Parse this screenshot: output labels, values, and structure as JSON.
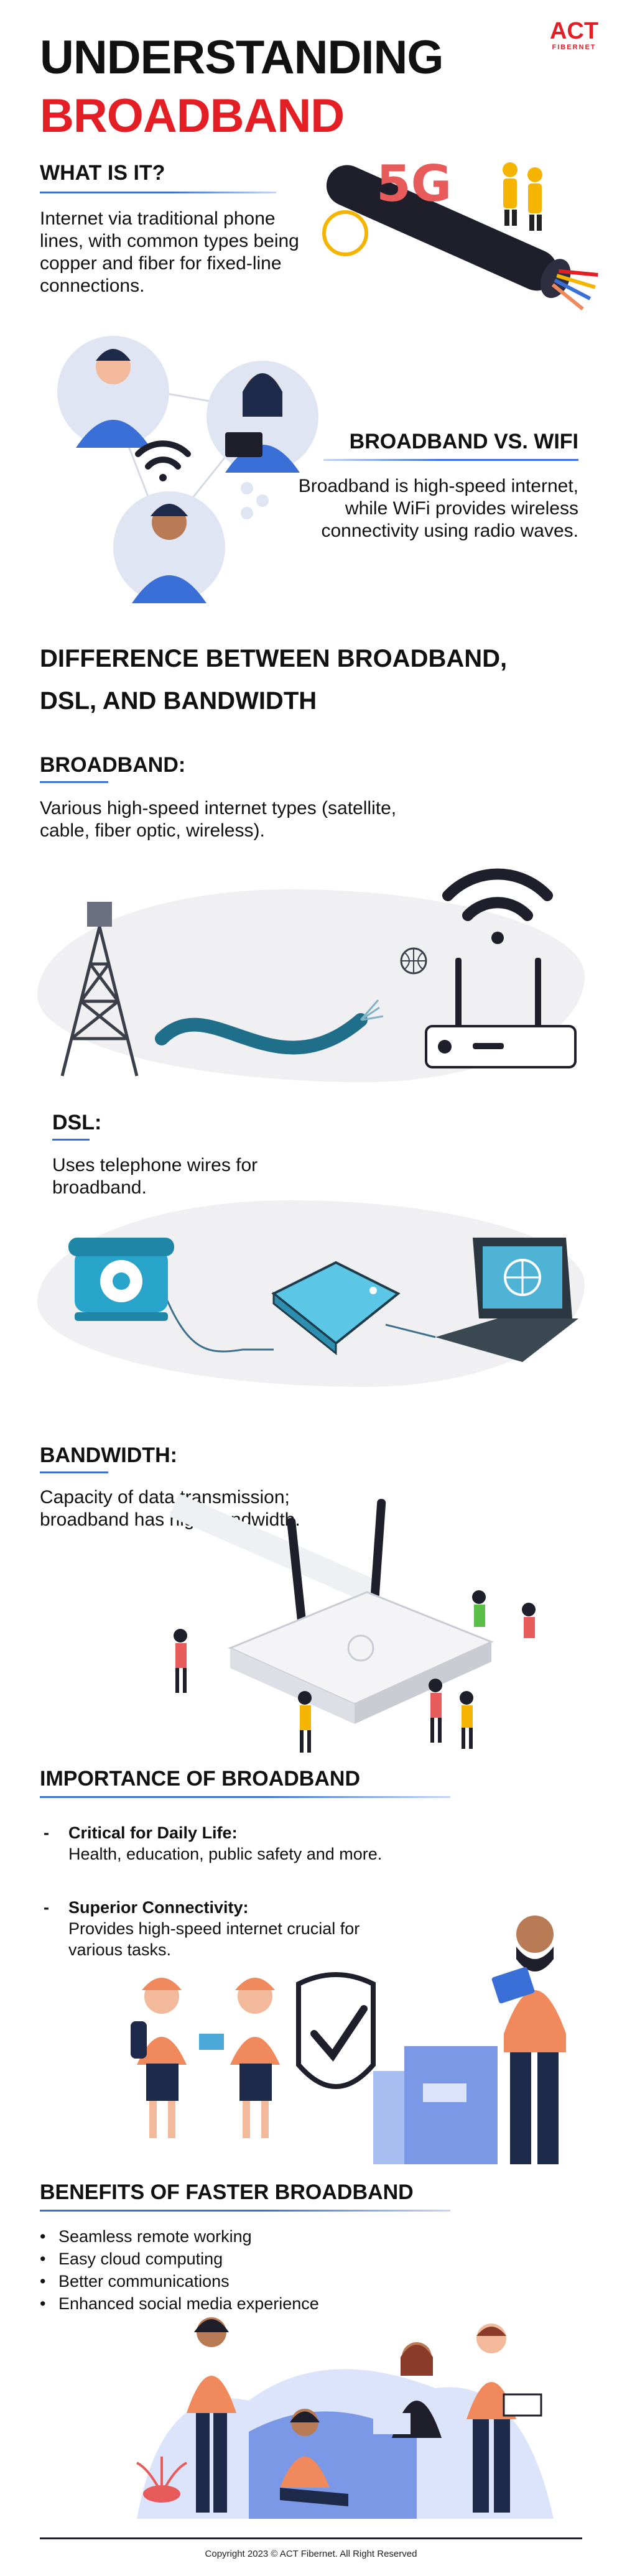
{
  "brand": {
    "logo_main": "ACT",
    "logo_sub": "FIBERNET",
    "red": "#e31e24",
    "blue": "#3a6fd8"
  },
  "header": {
    "title_line1": "UNDERSTANDING",
    "title_line2": "BROADBAND"
  },
  "what_is_it": {
    "heading": "WHAT IS IT?",
    "text": "Internet via traditional phone lines, with common types being copper and fiber for fixed-line connections.",
    "badge": "5G"
  },
  "broadband_vs_wifi": {
    "heading": "BROADBAND VS. WIFI",
    "text": "Broadband is high-speed internet, while WiFi provides wireless connectivity using radio waves."
  },
  "difference": {
    "heading_line1": "DIFFERENCE BETWEEN BROADBAND,",
    "heading_line2": "DSL, AND BANDWIDTH"
  },
  "broadband": {
    "heading": "BROADBAND:",
    "text": "Various high-speed internet types (satellite, cable, fiber optic, wireless)."
  },
  "dsl": {
    "heading": "DSL:",
    "text": "Uses telephone wires for broadband."
  },
  "bandwidth": {
    "heading": "BANDWIDTH:",
    "text": "Capacity of data transmission; broadband has high bandwidth."
  },
  "importance": {
    "heading": "IMPORTANCE OF BROADBAND",
    "items": [
      {
        "title": "Critical for Daily Life:",
        "text": "Health, education, public safety and more."
      },
      {
        "title": "Superior Connectivity:",
        "text": "Provides high-speed internet crucial for various tasks."
      }
    ]
  },
  "benefits": {
    "heading": "BENEFITS OF FASTER BROADBAND",
    "items": [
      "Seamless remote working",
      "Easy cloud computing",
      "Better communications",
      "Enhanced social media experience"
    ]
  },
  "footer": {
    "copyright": "Copyright 2023 © ACT Fibernet. All Right Reserved"
  },
  "icons": [
    "5g-cable-illustration",
    "people-network-illustration",
    "wifi-icon",
    "tower-icon",
    "fiber-cable-icon",
    "globe-icon",
    "router-icon",
    "telephone-icon",
    "modem-icon",
    "laptop-icon",
    "shield-check-icon",
    "box-icon"
  ]
}
